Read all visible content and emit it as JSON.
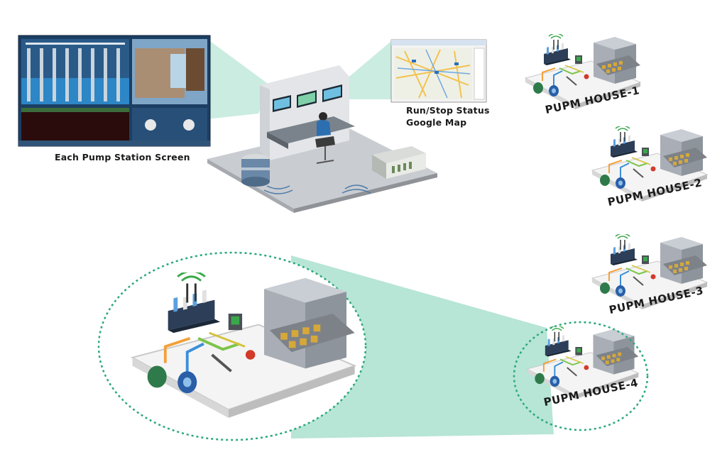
{
  "captions": {
    "pump_station_screen": "Each Pump Station Screen",
    "run_stop_line1": "Run/Stop Status",
    "run_stop_line2": "Google Map"
  },
  "houses": [
    {
      "label": "PUPM HOUSE-1"
    },
    {
      "label": "PUPM HOUSE-2"
    },
    {
      "label": "PUPM HOUSE-3"
    },
    {
      "label": "PUPM HOUSE-4"
    }
  ],
  "colors": {
    "beam": "#9fdcc8",
    "dashed_outline": "#2aa87a",
    "floor": "#c9ccd1",
    "screen_bg": "#1c3e63",
    "wifi": "#3aa84a",
    "cable_orange": "#f2a03a",
    "cable_blue": "#3a8fd8",
    "cable_green": "#7cc44a"
  }
}
